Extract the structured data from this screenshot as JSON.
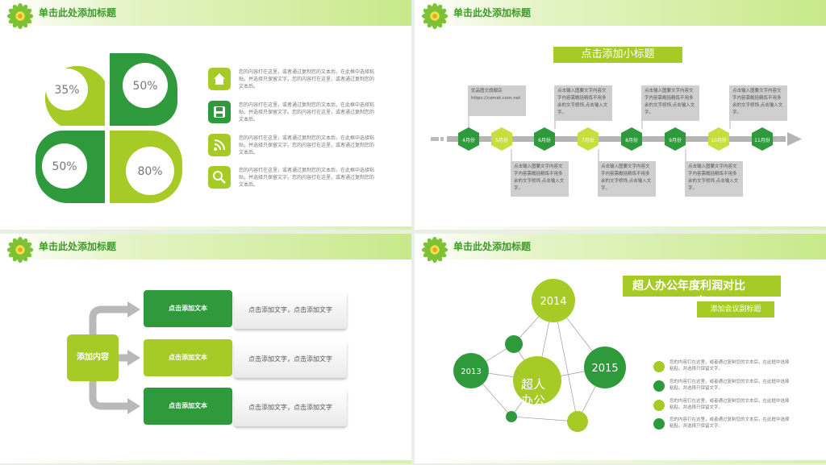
{
  "header_title": "单击此处添加标题",
  "colors": {
    "light_green": "#a6cb27",
    "dark_green": "#2e9a3c",
    "header_green": "#3f9a2a"
  },
  "slide1": {
    "petals": [
      "35%",
      "50%",
      "50%",
      "80%"
    ],
    "icons": [
      "home-icon",
      "save-icon",
      "rss-icon",
      "search-icon"
    ],
    "item_text": "您的内容打在这里，或者通过复制您的文本后，在此框中选择粘贴，并选择只保留文字。您的内容打在这里，或者通过复制您的文本后。"
  },
  "slide2": {
    "subtitle": "点击添加小标题",
    "months": [
      "4月份",
      "5月份",
      "6月份",
      "7月份",
      "8月份",
      "9月份",
      "10月份",
      "11月份"
    ],
    "first_box": [
      "优品图文旗舰店",
      "https://comet.com.net"
    ],
    "box_text": "点击输入图要文字内容文字内容需概括精炼不用多余的文字修饰,点击输入文字。"
  },
  "slide3": {
    "left_label": "添加内容",
    "green_label": "点击添加文本",
    "white_label": "点击添加文字，点击添加文字"
  },
  "slide4": {
    "title_line1": "超人办公年度利润对比",
    "title_line2": "表",
    "subtitle": "添加会议副标题",
    "years": [
      "2014",
      "2013",
      "2015"
    ],
    "center_text_1": "超人",
    "center_text_2": "办公",
    "item_text": "您的内容打在这里，或者通过复制您的文本后，在此框中选择粘贴，并选择只保留文字。"
  }
}
